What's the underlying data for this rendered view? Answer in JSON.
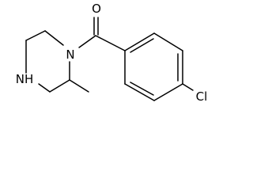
{
  "molecule": {
    "atoms": {
      "carbonyl_oxygen": "O",
      "amide_nitrogen": "N",
      "amine_nitrogen": "NH",
      "chlorine": "Cl"
    },
    "bonds": [
      {
        "from": "piperazine-c1",
        "to": "piperazine-n1",
        "order": 1
      },
      {
        "from": "piperazine-n1",
        "to": "piperazine-c2",
        "order": 1
      },
      {
        "from": "piperazine-c2",
        "to": "piperazine-c3",
        "order": 1
      },
      {
        "from": "piperazine-c3",
        "to": "piperazine-n4",
        "order": 1
      },
      {
        "from": "piperazine-n4",
        "to": "piperazine-c5",
        "order": 1
      },
      {
        "from": "piperazine-c5",
        "to": "piperazine-c1",
        "order": 1
      },
      {
        "from": "piperazine-c2",
        "to": "methyl",
        "order": 1
      },
      {
        "from": "piperazine-n1",
        "to": "carbonyl-c",
        "order": 1
      },
      {
        "from": "carbonyl-c",
        "to": "carbonyl-o",
        "order": 2
      },
      {
        "from": "carbonyl-c",
        "to": "aryl-c1",
        "order": 1
      },
      {
        "from": "aryl-c1",
        "to": "aryl-c2",
        "order": 2
      },
      {
        "from": "aryl-c2",
        "to": "aryl-c3",
        "order": 1
      },
      {
        "from": "aryl-c3",
        "to": "aryl-c4",
        "order": 2
      },
      {
        "from": "aryl-c4",
        "to": "aryl-c5",
        "order": 1
      },
      {
        "from": "aryl-c5",
        "to": "aryl-c6",
        "order": 2
      },
      {
        "from": "aryl-c6",
        "to": "aryl-c1",
        "order": 1
      },
      {
        "from": "aryl-c4",
        "to": "chlorine",
        "order": 1
      }
    ]
  }
}
